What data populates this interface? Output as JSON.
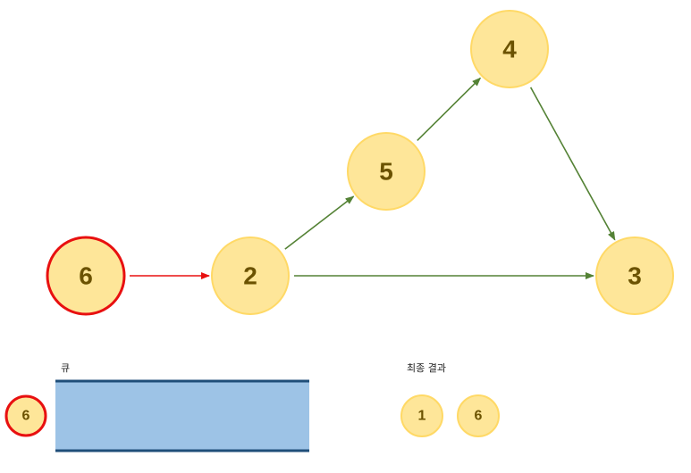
{
  "graph": {
    "nodes": [
      {
        "id": "6",
        "label": "6",
        "highlighted": true
      },
      {
        "id": "2",
        "label": "2",
        "highlighted": false
      },
      {
        "id": "5",
        "label": "5",
        "highlighted": false
      },
      {
        "id": "4",
        "label": "4",
        "highlighted": false
      },
      {
        "id": "3",
        "label": "3",
        "highlighted": false
      }
    ],
    "edges": [
      {
        "from": "6",
        "to": "2",
        "style": "active"
      },
      {
        "from": "2",
        "to": "5",
        "style": "normal"
      },
      {
        "from": "5",
        "to": "4",
        "style": "normal"
      },
      {
        "from": "4",
        "to": "3",
        "style": "normal"
      },
      {
        "from": "2",
        "to": "3",
        "style": "normal"
      }
    ]
  },
  "queue": {
    "label": "큐",
    "items": [
      "6"
    ]
  },
  "result": {
    "label": "최종 결과",
    "items": [
      "1",
      "6"
    ]
  },
  "colors": {
    "node_fill": "#fee699",
    "node_stroke": "#ffd966",
    "node_text": "#6b5200",
    "highlight_stroke": "#e81010",
    "active_edge": "#e81010",
    "normal_edge": "#548235",
    "queue_fill": "#9dc3e6",
    "queue_border": "#1f4e79"
  }
}
